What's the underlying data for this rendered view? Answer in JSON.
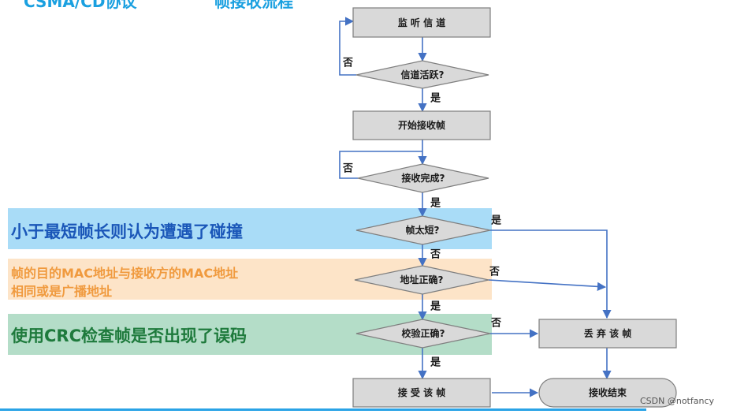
{
  "header": {
    "title_left": "CSMA/CD协议",
    "title_right": "帧接收流程"
  },
  "annotations": {
    "collision": "小于最短帧长则认为遭遇了碰撞",
    "address_line1": "帧的目的MAC地址与接收方的MAC地址",
    "address_line2": "相同或是广播地址",
    "crc": "使用CRC检查帧是否出现了误码"
  },
  "nodes": {
    "listen": "监 听 信 道",
    "channel_active": "信道活跃?",
    "start_receive": "开始接收帧",
    "receive_done": "接收完成?",
    "frame_short": "帧太短?",
    "address_ok": "地址正确?",
    "crc_ok": "校验正确?",
    "discard": "丢 弃 该 帧",
    "accept": "接 受 该 帧",
    "end": "接收结束"
  },
  "edges": {
    "channel_no": "否",
    "channel_yes": "是",
    "receive_no": "否",
    "receive_yes": "是",
    "short_yes": "是",
    "short_no": "否",
    "address_no": "否",
    "address_yes": "是",
    "crc_no": "否",
    "crc_yes": "是"
  },
  "watermark": "CSDN @notfancy",
  "colors": {
    "box_fill": "#d9d9d9",
    "box_stroke": "#7f7f7f",
    "arrow": "#4472c4",
    "band_blue": "#a9dcf7",
    "band_orange": "#fde4c8",
    "band_green": "#b4ddc8",
    "text_blue": "#1a56b8",
    "text_orange": "#f09a3e",
    "text_green": "#1e7a3c"
  }
}
